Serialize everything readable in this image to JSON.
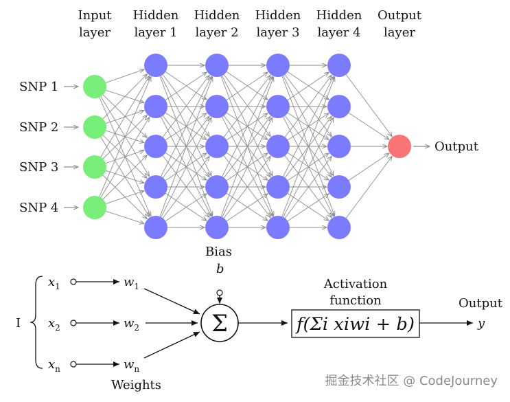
{
  "network": {
    "layers": [
      {
        "title": [
          "Input",
          "layer"
        ],
        "nodes": 4,
        "color": "#77ee77"
      },
      {
        "title": [
          "Hidden",
          "layer 1"
        ],
        "nodes": 5,
        "color": "#7b7bff"
      },
      {
        "title": [
          "Hidden",
          "layer 2"
        ],
        "nodes": 5,
        "color": "#7b7bff"
      },
      {
        "title": [
          "Hidden",
          "layer 3"
        ],
        "nodes": 5,
        "color": "#7b7bff"
      },
      {
        "title": [
          "Hidden",
          "layer 4"
        ],
        "nodes": 5,
        "color": "#7b7bff"
      },
      {
        "title": [
          "Output",
          "layer"
        ],
        "nodes": 1,
        "color": "#f77575"
      }
    ],
    "input_labels": [
      "SNP 1",
      "SNP 2",
      "SNP 3",
      "SNP 4"
    ],
    "output_label": "Output",
    "edge_color": "#8c8c8c"
  },
  "perceptron": {
    "input_group_label": "I",
    "inputs": [
      {
        "x": "x",
        "x_sub": "1",
        "w": "w",
        "w_sub": "1"
      },
      {
        "x": "x",
        "x_sub": "2",
        "w": "w",
        "w_sub": "2"
      },
      {
        "x": "x",
        "x_sub": "n",
        "w": "w",
        "w_sub": "n"
      }
    ],
    "weights_label": "Weights",
    "bias_label": "Bias",
    "bias_symbol": "b",
    "sum_symbol": "Σ",
    "activation_label": [
      "Activation",
      "function"
    ],
    "activation_formula": "f(Σi xiwi + b)",
    "output_label": "Output",
    "output_symbol": "y"
  },
  "watermark": "掘金技术社区 @ CodeJourney"
}
